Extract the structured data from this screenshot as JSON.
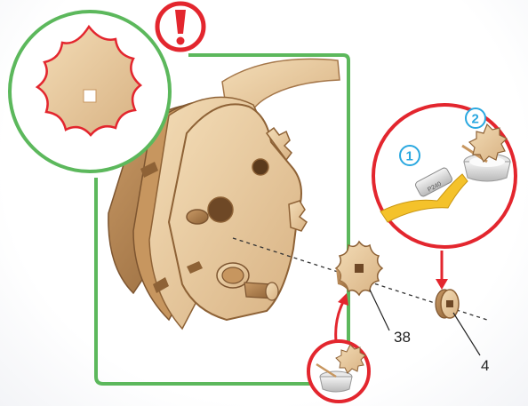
{
  "callouts": {
    "part_a": "38",
    "part_b": "4",
    "step_one": "1",
    "step_two": "2",
    "warning": "!"
  },
  "colors": {
    "frame_green": "#5cb85c",
    "callout_red": "#e3262e",
    "step_blue": "#2aa8e0",
    "wood": "#e9c99a",
    "wood_dark": "#a5774a"
  },
  "icons": [
    "warning-icon",
    "gear-part-icon",
    "glue-icon",
    "pencil-graphite-icon"
  ]
}
